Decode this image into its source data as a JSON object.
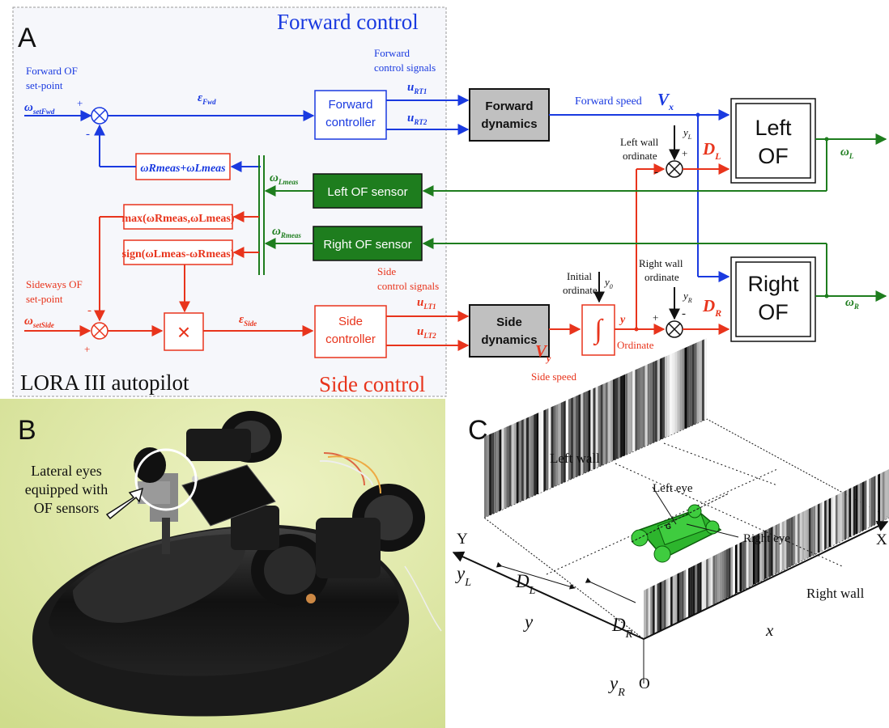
{
  "panelA": {
    "label": "A",
    "forward_title": "Forward control",
    "side_title": "Side control",
    "autopilot_label": "LORA III autopilot",
    "fwd_setpoint_label": [
      "Forward OF",
      "set-point"
    ],
    "omega_set_fwd": "ω",
    "omega_set_fwd_sub": "setFwd",
    "plus": "+",
    "minus": "-",
    "eps_fwd": "ε",
    "eps_fwd_sub": "Fwd",
    "fwd_controller": [
      "Forward",
      "controller"
    ],
    "fwd_ctrl_signals": [
      "Forward",
      "control signals"
    ],
    "u_rt1": "u",
    "u_rt1_sub": "RT1",
    "u_rt2": "u",
    "u_rt2_sub": "RT2",
    "fwd_dynamics": [
      "Forward",
      "dynamics"
    ],
    "fwd_speed": "Forward speed",
    "vx": "V",
    "vx_sub": "x",
    "sum_box": "ωRmeas+ωLmeas",
    "omega_lmeas": "ω",
    "omega_lmeas_sub": "Lmeas",
    "omega_rmeas": "ω",
    "omega_rmeas_sub": "Rmeas",
    "left_of_sensor": "Left OF sensor",
    "right_of_sensor": "Right OF sensor",
    "max_box": "max(ωRmeas,ωLmeas)",
    "sign_box": "sign(ωLmeas-ωRmeas)",
    "side_setpoint_label": [
      "Sideways OF",
      "set-point"
    ],
    "omega_set_side": "ω",
    "omega_set_side_sub": "setSide",
    "mult": "×",
    "eps_side": "ε",
    "eps_side_sub": "Side",
    "side_controller": [
      "Side",
      "controller"
    ],
    "side_ctrl_signals": [
      "Side",
      "control signals"
    ],
    "u_lt1": "u",
    "u_lt1_sub": "LT1",
    "u_lt2": "u",
    "u_lt2_sub": "LT2",
    "side_dynamics": [
      "Side",
      "dynamics"
    ],
    "vy": "V",
    "vy_sub": "y",
    "side_speed": "Side speed",
    "initial_ordinate": [
      "Initial",
      "ordinate"
    ],
    "y0": "y",
    "y0_sub": "0",
    "integral": "∫",
    "y": "y",
    "ordinate": "Ordinate",
    "left_wall_ordinate": [
      "Left wall",
      "ordinate"
    ],
    "yl": "y",
    "yl_sub": "L",
    "dl": "D",
    "dl_sub": "L",
    "right_wall_ordinate": [
      "Right wall",
      "ordinate"
    ],
    "yr": "y",
    "yr_sub": "R",
    "dr": "D",
    "dr_sub": "R",
    "left_of": [
      "Left",
      "OF"
    ],
    "right_of": [
      "Right",
      "OF"
    ],
    "omega_l": "ω",
    "omega_l_sub": "L",
    "omega_r": "ω",
    "omega_r_sub": "R"
  },
  "panelB": {
    "label": "B",
    "annotation": [
      "Lateral eyes",
      "equipped with",
      "OF sensors"
    ]
  },
  "panelC": {
    "label": "C",
    "left_wall": "Left wall",
    "right_wall": "Right wall",
    "left_eye": "Left eye",
    "right_eye": "Right eye",
    "axis_y": "Y",
    "axis_x": "X",
    "origin": "O",
    "yl": "y",
    "yl_sub": "L",
    "yr": "y",
    "yr_sub": "R",
    "dl": "D",
    "dl_sub": "L",
    "dr": "D",
    "dr_sub": "R",
    "y": "y",
    "x": "x",
    "g": "G"
  },
  "colors": {
    "forward": "#1a3ae0",
    "side": "#e8341c",
    "sensor": "#1e7d1e",
    "dynamics": "#c0c0c0",
    "robot": "#3fcc3f"
  }
}
